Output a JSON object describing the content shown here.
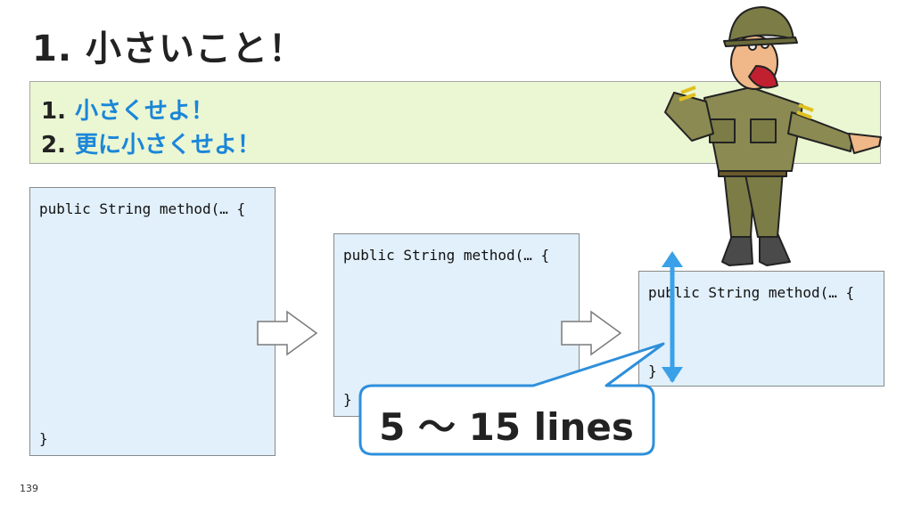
{
  "title": "1. 小さいこと！",
  "rules": [
    {
      "number": "1.",
      "text": "小さくせよ！"
    },
    {
      "number": "2.",
      "text": "更に小さくせよ！"
    }
  ],
  "code_blocks": [
    {
      "signature": "public String method(… {",
      "closing": "}"
    },
    {
      "signature": "public String method(… {",
      "closing": "}"
    },
    {
      "signature": "public String method(… {",
      "closing": "}"
    }
  ],
  "callout": {
    "text": "5 ～ 15 lines"
  },
  "slide_number": "139",
  "colors": {
    "rules_background": "#ebf6d3",
    "rule_text": "#1a86d8",
    "code_background": "#e1f0fb",
    "callout_border": "#2e8fdb",
    "arrow_blue": "#3aa0e8"
  },
  "icons": [
    "right-arrow-icon",
    "double-headed-arrow-icon",
    "soldier-illustration"
  ]
}
